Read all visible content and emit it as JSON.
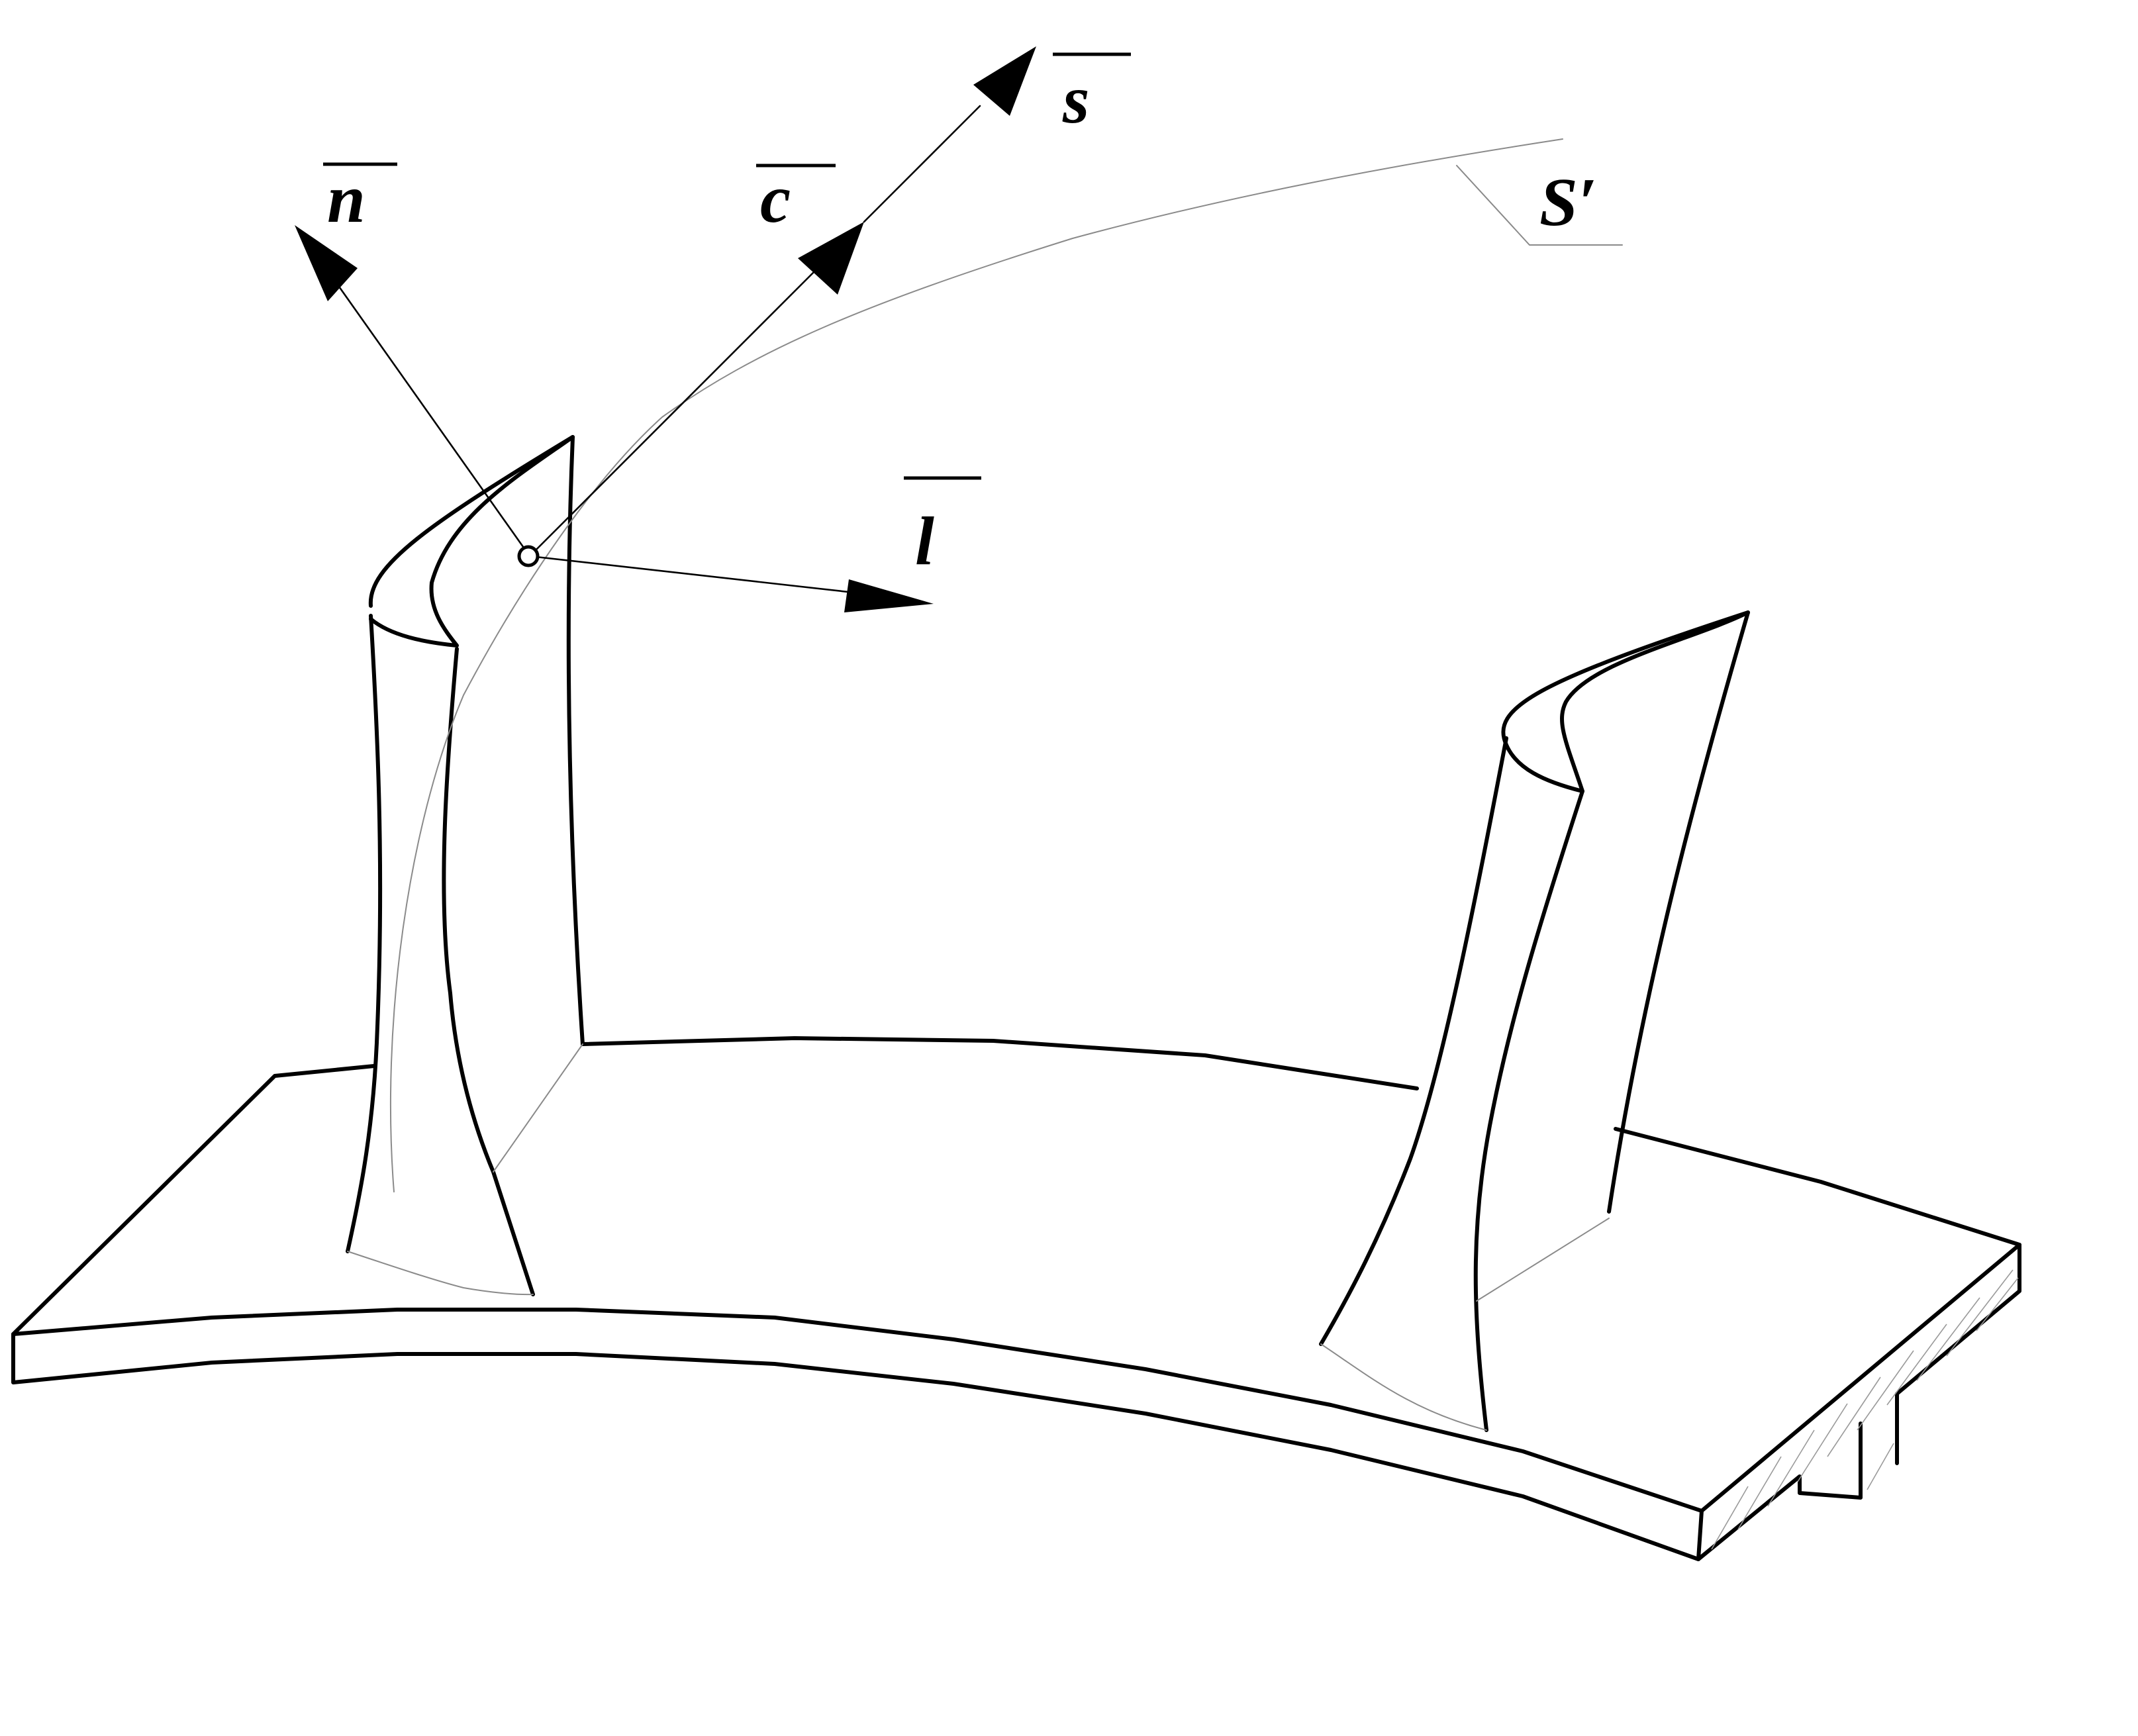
{
  "labels": {
    "n": "n",
    "c": "c",
    "s": "s",
    "l": "l",
    "s_prime": "S′"
  }
}
